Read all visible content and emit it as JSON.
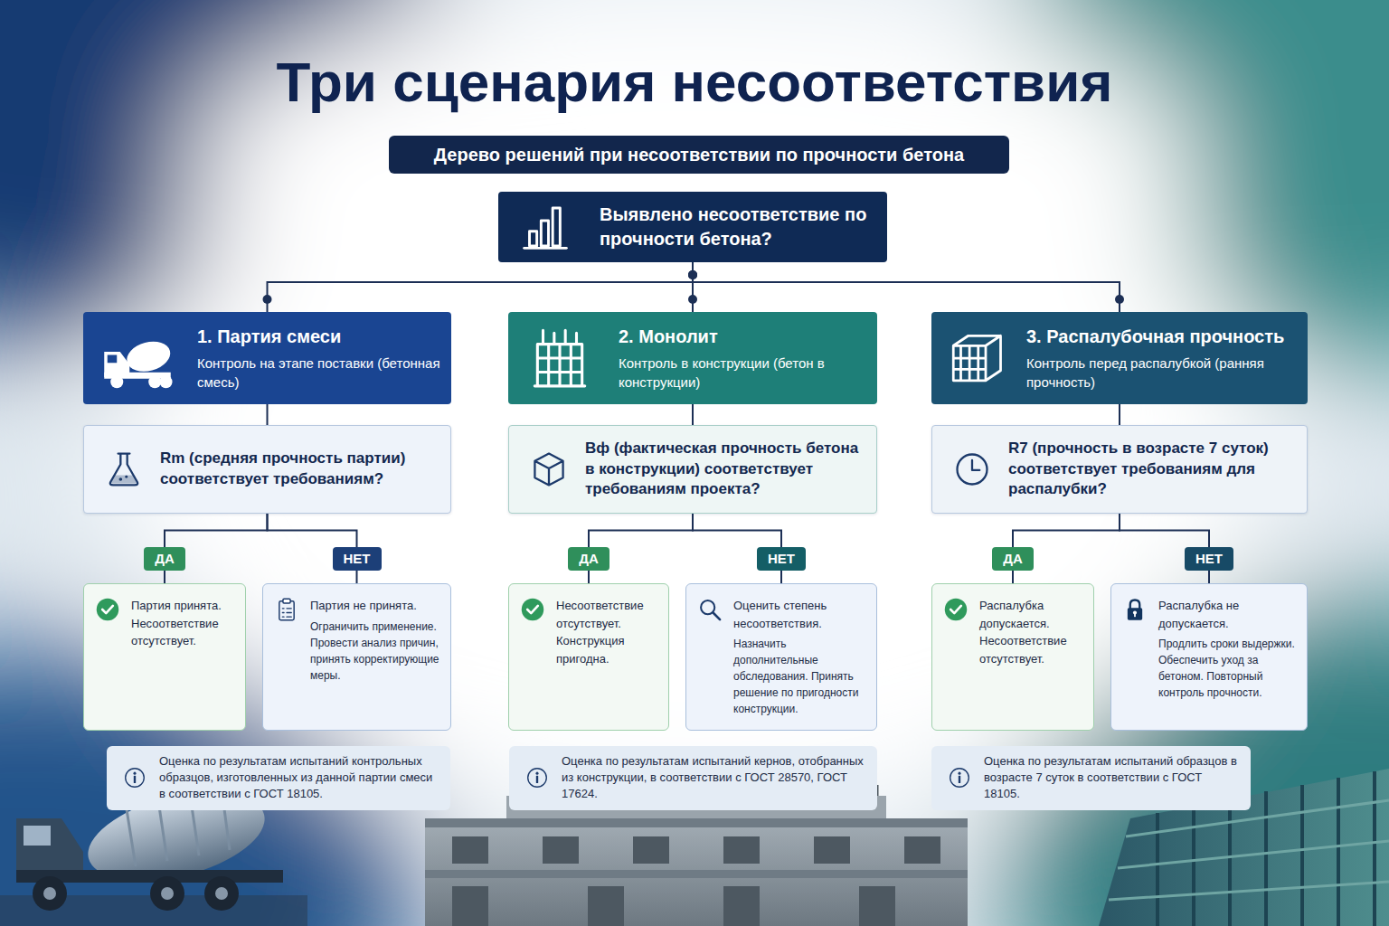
{
  "diagram": {
    "title": "Три сценария несоответствия",
    "nodes": [
      {
        "text": [
          "Дерево решений при несоответствии по прочности бетона"
        ]
      },
      {
        "text": [
          "Выявлено несоответствие по прочности бетона?"
        ]
      },
      {
        "text": [
          "1. Партия смеси",
          "Контроль на этапе поставки (бетонная смесь)"
        ]
      },
      {
        "text": [
          "2. Монолит",
          "Контроль в конструкции (бетон в конструкции)"
        ]
      },
      {
        "text": [
          "3. Распалубочная прочность",
          "Контроль перед распалубкой (ранняя прочность)"
        ]
      },
      {
        "text": [
          "Rm (средняя прочность партии) соответствует требованиям?"
        ]
      },
      {
        "text": [
          "Вф (фактическая прочность бетона в конструкции) соответствует требованиям проекта?"
        ]
      },
      {
        "text": [
          "R7 (прочность в возрасте 7 суток) соответствует требованиям для распалубки?"
        ]
      },
      {
        "text": [
          "ДА"
        ]
      },
      {
        "text": [
          "НЕТ"
        ]
      },
      {
        "text": [
          "ДА"
        ]
      },
      {
        "text": [
          "НЕТ"
        ]
      },
      {
        "text": [
          "ДА"
        ]
      },
      {
        "text": [
          "НЕТ"
        ]
      },
      {
        "text": [
          "Партия принята. Несоответствие отсутствует."
        ]
      },
      {
        "text": [
          "Партия не принята.",
          "Ограничить применение. Провести анализ причин, принять корректирующие меры."
        ]
      },
      {
        "text": [
          "Несоответствие отсутствует. Конструкция пригодна."
        ]
      },
      {
        "text": [
          "Оценить степень несоответствия.",
          "Назначить дополнительные обследования. Принять решение по пригодности конструкции."
        ]
      },
      {
        "text": [
          "Распалубка допускается. Несоответствие отсутствует."
        ]
      },
      {
        "text": [
          "Распалубка не допускается.",
          "Продлить сроки выдержки. Обеспечить уход за бетоном. Повторный контроль прочности."
        ]
      },
      {
        "text": [
          "Оценка по результатам испытаний контрольных образцов, изготовленных из данной партии смеси в соответствии с ГОСТ 18105."
        ]
      },
      {
        "text": [
          "Оценка по результатам испытаний кернов, отобранных из конструкции, в соответствии с ГОСТ 28570, ГОСТ 17624."
        ]
      },
      {
        "text": [
          "Оценка по результатам испытаний образцов в возрасте 7 суток в соответствии с ГОСТ 18105."
        ]
      }
    ],
    "edges": [
      {
        "from": 1,
        "to": 2,
        "arrow": "none"
      },
      {
        "from": 1,
        "to": 3,
        "arrow": "none"
      },
      {
        "from": 1,
        "to": 4,
        "arrow": "none"
      },
      {
        "from": 2,
        "to": 5,
        "arrow": "none"
      },
      {
        "from": 3,
        "to": 6,
        "arrow": "none"
      },
      {
        "from": 4,
        "to": 7,
        "arrow": "none"
      },
      {
        "from": 5,
        "to": 8,
        "arrow": "none"
      },
      {
        "from": 5,
        "to": 9,
        "arrow": "none"
      },
      {
        "from": 6,
        "to": 10,
        "arrow": "none"
      },
      {
        "from": 6,
        "to": 11,
        "arrow": "none"
      },
      {
        "from": 7,
        "to": 12,
        "arrow": "none"
      },
      {
        "from": 7,
        "to": 13,
        "arrow": "none"
      },
      {
        "from": 8,
        "to": 14,
        "arrow": "none"
      },
      {
        "from": 9,
        "to": 15,
        "arrow": "none"
      },
      {
        "from": 10,
        "to": 16,
        "arrow": "none"
      },
      {
        "from": 11,
        "to": 17,
        "arrow": "none"
      },
      {
        "from": 12,
        "to": 18,
        "arrow": "none"
      },
      {
        "from": 13,
        "to": 19,
        "arrow": "none"
      }
    ]
  }
}
